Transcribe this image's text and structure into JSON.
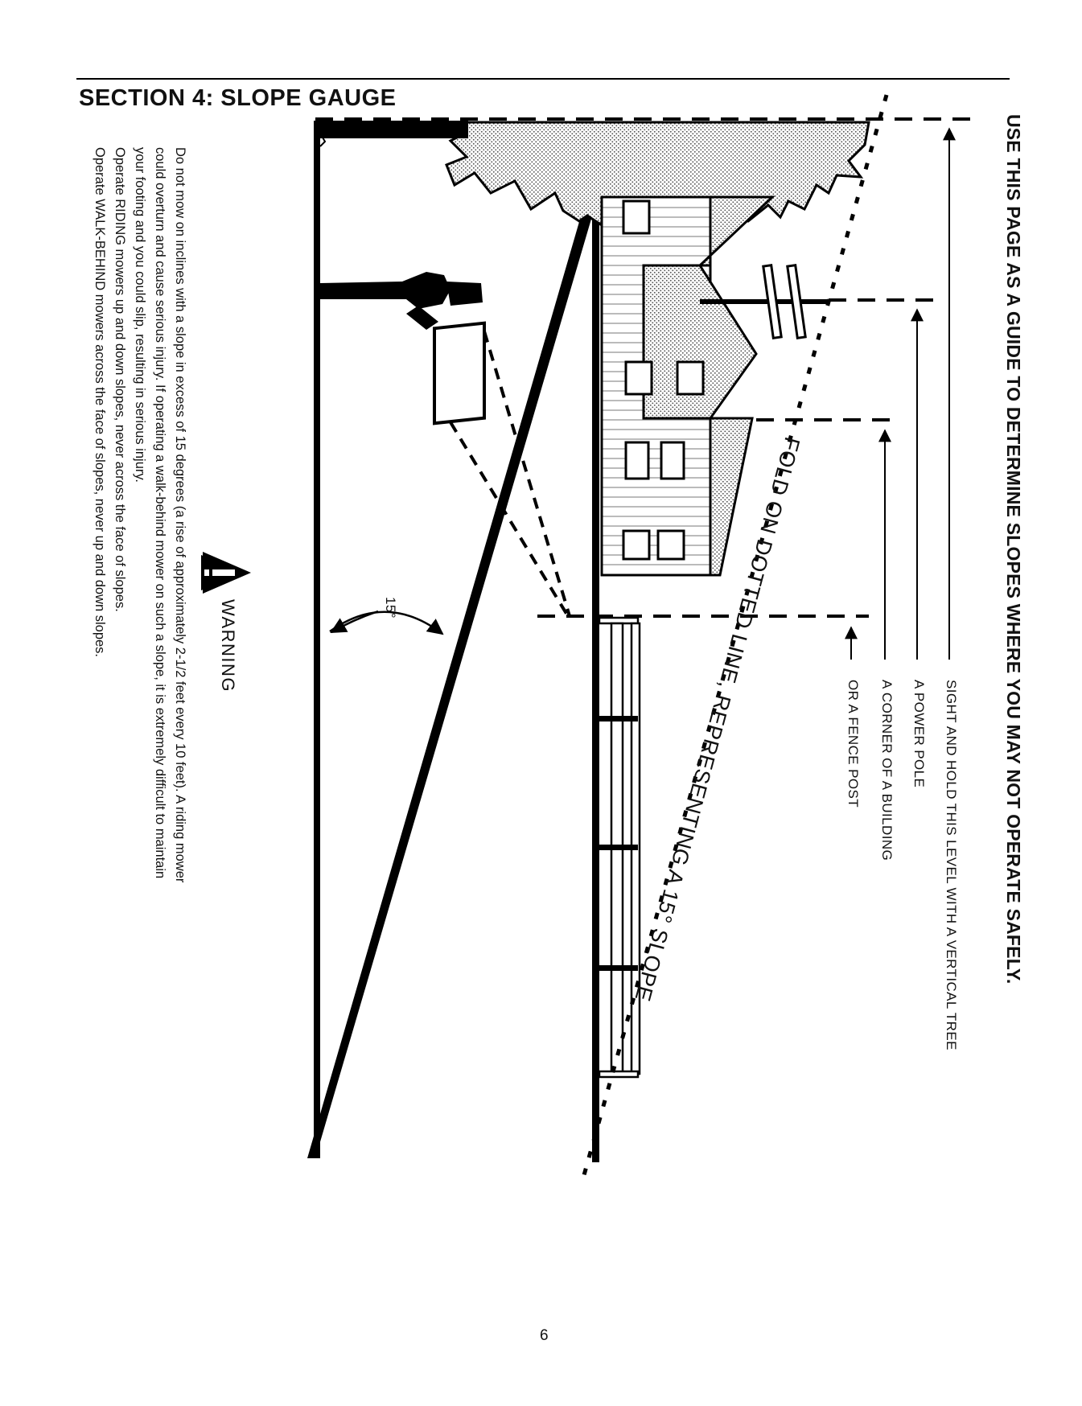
{
  "header": {
    "section_title": "SECTION 4:  SLOPE GAUGE"
  },
  "gauge": {
    "main_heading": "USE THIS PAGE AS A GUIDE TO DETERMINE SLOPES WHERE YOU MAY NOT OPERATE SAFELY.",
    "references": [
      "SIGHT AND HOLD THIS LEVEL WITH A VERTICAL TREE",
      "A POWER POLE",
      "A CORNER OF A BUILDING",
      "OR A FENCE POST"
    ],
    "fold_instruction": "FOLD ON DOTTED LINE, REPRESENTING A 15° SLOPE",
    "angle_label": "15°"
  },
  "warning": {
    "title": "WARNING",
    "lines": [
      "Do not mow on inclines with a slope in excess of 15 degrees (a rise of approximately 2-1/2 feet every 10 feet).  A riding mower",
      "could overturn and cause serious injury.  If operating a walk-behind mower on such a slope, it is extremely difficult to maintain",
      "your footing and you could slip, resulting in serious injury.",
      "Operate RIDING mowers up and down slopes, never across the face of slopes.",
      "Operate WALK-BEHIND mowers across the face of slopes, never up and down slopes."
    ]
  },
  "footer": {
    "page_number": "6"
  }
}
